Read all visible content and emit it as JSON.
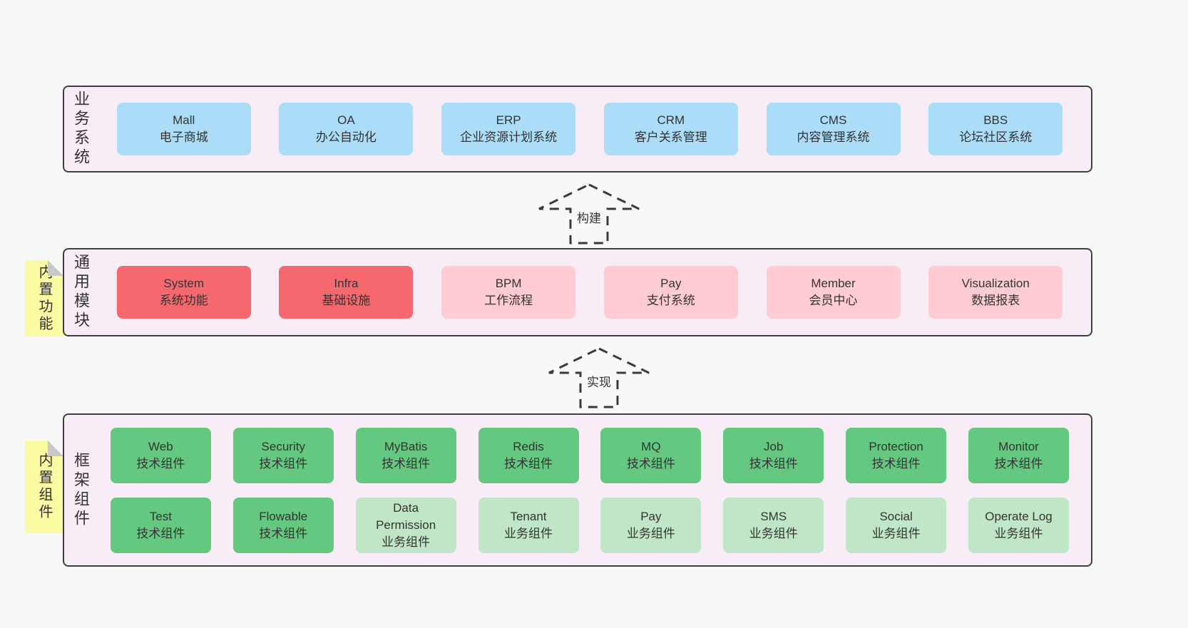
{
  "colors": {
    "page_bg": "#f8f8f8",
    "band_bg": "#f8edf7",
    "band_border": "#404040",
    "blue_box": "#abdcf8",
    "red_box": "#f5696e",
    "pink_box": "#ffccd3",
    "green_box": "#65c881",
    "light_green_box": "#c1e5c7",
    "tab_yellow": "#fafaa2",
    "text": "#333333"
  },
  "band_business": {
    "label": "业务系统",
    "boxes": [
      {
        "title": "Mall",
        "subtitle": "电子商城"
      },
      {
        "title": "OA",
        "subtitle": "办公自动化"
      },
      {
        "title": "ERP",
        "subtitle": "企业资源计划系统"
      },
      {
        "title": "CRM",
        "subtitle": "客户关系管理"
      },
      {
        "title": "CMS",
        "subtitle": "内容管理系统"
      },
      {
        "title": "BBS",
        "subtitle": "论坛社区系统"
      }
    ]
  },
  "arrow_build": {
    "label": "构建"
  },
  "band_modules": {
    "tab": "内置功能",
    "label": "通用模块",
    "boxes": [
      {
        "title": "System",
        "subtitle": "系统功能"
      },
      {
        "title": "Infra",
        "subtitle": "基础设施"
      },
      {
        "title": "BPM",
        "subtitle": "工作流程"
      },
      {
        "title": "Pay",
        "subtitle": "支付系统"
      },
      {
        "title": "Member",
        "subtitle": "会员中心"
      },
      {
        "title": "Visualization",
        "subtitle": "数据报表"
      }
    ]
  },
  "arrow_implement": {
    "label": "实现"
  },
  "band_framework": {
    "tab": "内置组件",
    "label": "框架组件",
    "row1": [
      {
        "title": "Web",
        "subtitle": "技术组件"
      },
      {
        "title": "Security",
        "subtitle": "技术组件"
      },
      {
        "title": "MyBatis",
        "subtitle": "技术组件"
      },
      {
        "title": "Redis",
        "subtitle": "技术组件"
      },
      {
        "title": "MQ",
        "subtitle": "技术组件"
      },
      {
        "title": "Job",
        "subtitle": "技术组件"
      },
      {
        "title": "Protection",
        "subtitle": "技术组件"
      },
      {
        "title": "Monitor",
        "subtitle": "技术组件"
      }
    ],
    "row2": [
      {
        "title": "Test",
        "subtitle": "技术组件"
      },
      {
        "title": "Flowable",
        "subtitle": "技术组件"
      },
      {
        "title": "Data Permission",
        "subtitle": "业务组件"
      },
      {
        "title": "Tenant",
        "subtitle": "业务组件"
      },
      {
        "title": "Pay",
        "subtitle": "业务组件"
      },
      {
        "title": "SMS",
        "subtitle": "业务组件"
      },
      {
        "title": "Social",
        "subtitle": "业务组件"
      },
      {
        "title": "Operate Log",
        "subtitle": "业务组件"
      }
    ]
  }
}
